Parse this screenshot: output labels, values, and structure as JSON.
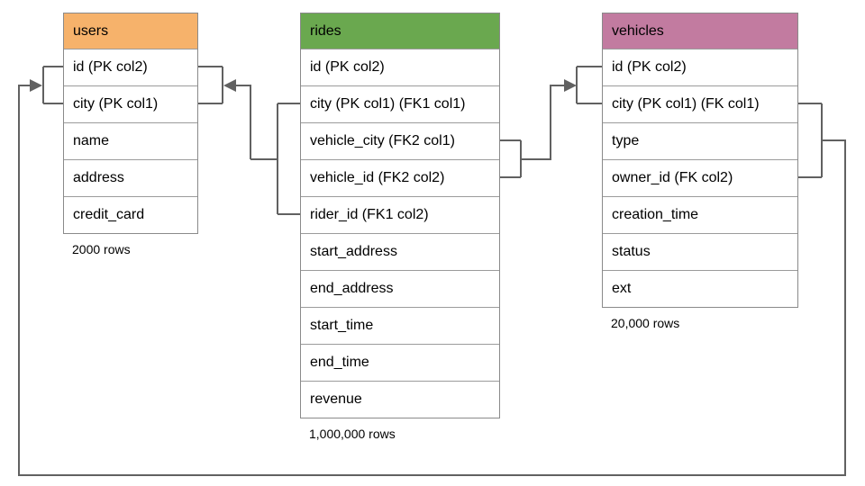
{
  "diagram_type": "database-schema",
  "colors": {
    "users_header": "#f6b26b",
    "rides_header": "#6aa84f",
    "vehicles_header": "#c27ba0",
    "connector": "#616161",
    "table_border": "#8a8a8a",
    "text": "#000000",
    "background": "#ffffff"
  },
  "tables": [
    {
      "name": "users",
      "header_color": "#f6b26b",
      "rows": [
        "id (PK col2)",
        "city (PK col1)",
        "name",
        "address",
        "credit_card"
      ],
      "row_count_label": "2000 rows"
    },
    {
      "name": "rides",
      "header_color": "#6aa84f",
      "rows": [
        "id (PK col2)",
        "city (PK col1) (FK1 col1)",
        "vehicle_city (FK2 col1)",
        "vehicle_id (FK2 col2)",
        "rider_id (FK1 col2)",
        "start_address",
        "end_address",
        "start_time",
        "end_time",
        "revenue"
      ],
      "row_count_label": "1,000,000 rows"
    },
    {
      "name": "vehicles",
      "header_color": "#c27ba0",
      "rows": [
        "id (PK col2)",
        "city (PK col1) (FK col1)",
        "type",
        "owner_id (FK col2)",
        "creation_time",
        "status",
        "ext"
      ],
      "row_count_label": "20,000 rows"
    }
  ],
  "relationships": [
    {
      "name": "rides-fk1-users",
      "from_table": "rides",
      "from_columns": [
        "city (FK1 col1)",
        "rider_id (FK1 col2)"
      ],
      "to_table": "users",
      "to_columns": [
        "id (PK col2)",
        "city (PK col1)"
      ]
    },
    {
      "name": "rides-fk2-vehicles",
      "from_table": "rides",
      "from_columns": [
        "vehicle_city (FK2 col1)",
        "vehicle_id (FK2 col2)"
      ],
      "to_table": "vehicles",
      "to_columns": [
        "id (PK col2)",
        "city (PK col1)"
      ]
    },
    {
      "name": "vehicles-fk-users",
      "from_table": "vehicles",
      "from_columns": [
        "city (FK col1)",
        "owner_id (FK col2)"
      ],
      "to_table": "users",
      "to_columns": [
        "id (PK col2)",
        "city (PK col1)"
      ]
    }
  ]
}
